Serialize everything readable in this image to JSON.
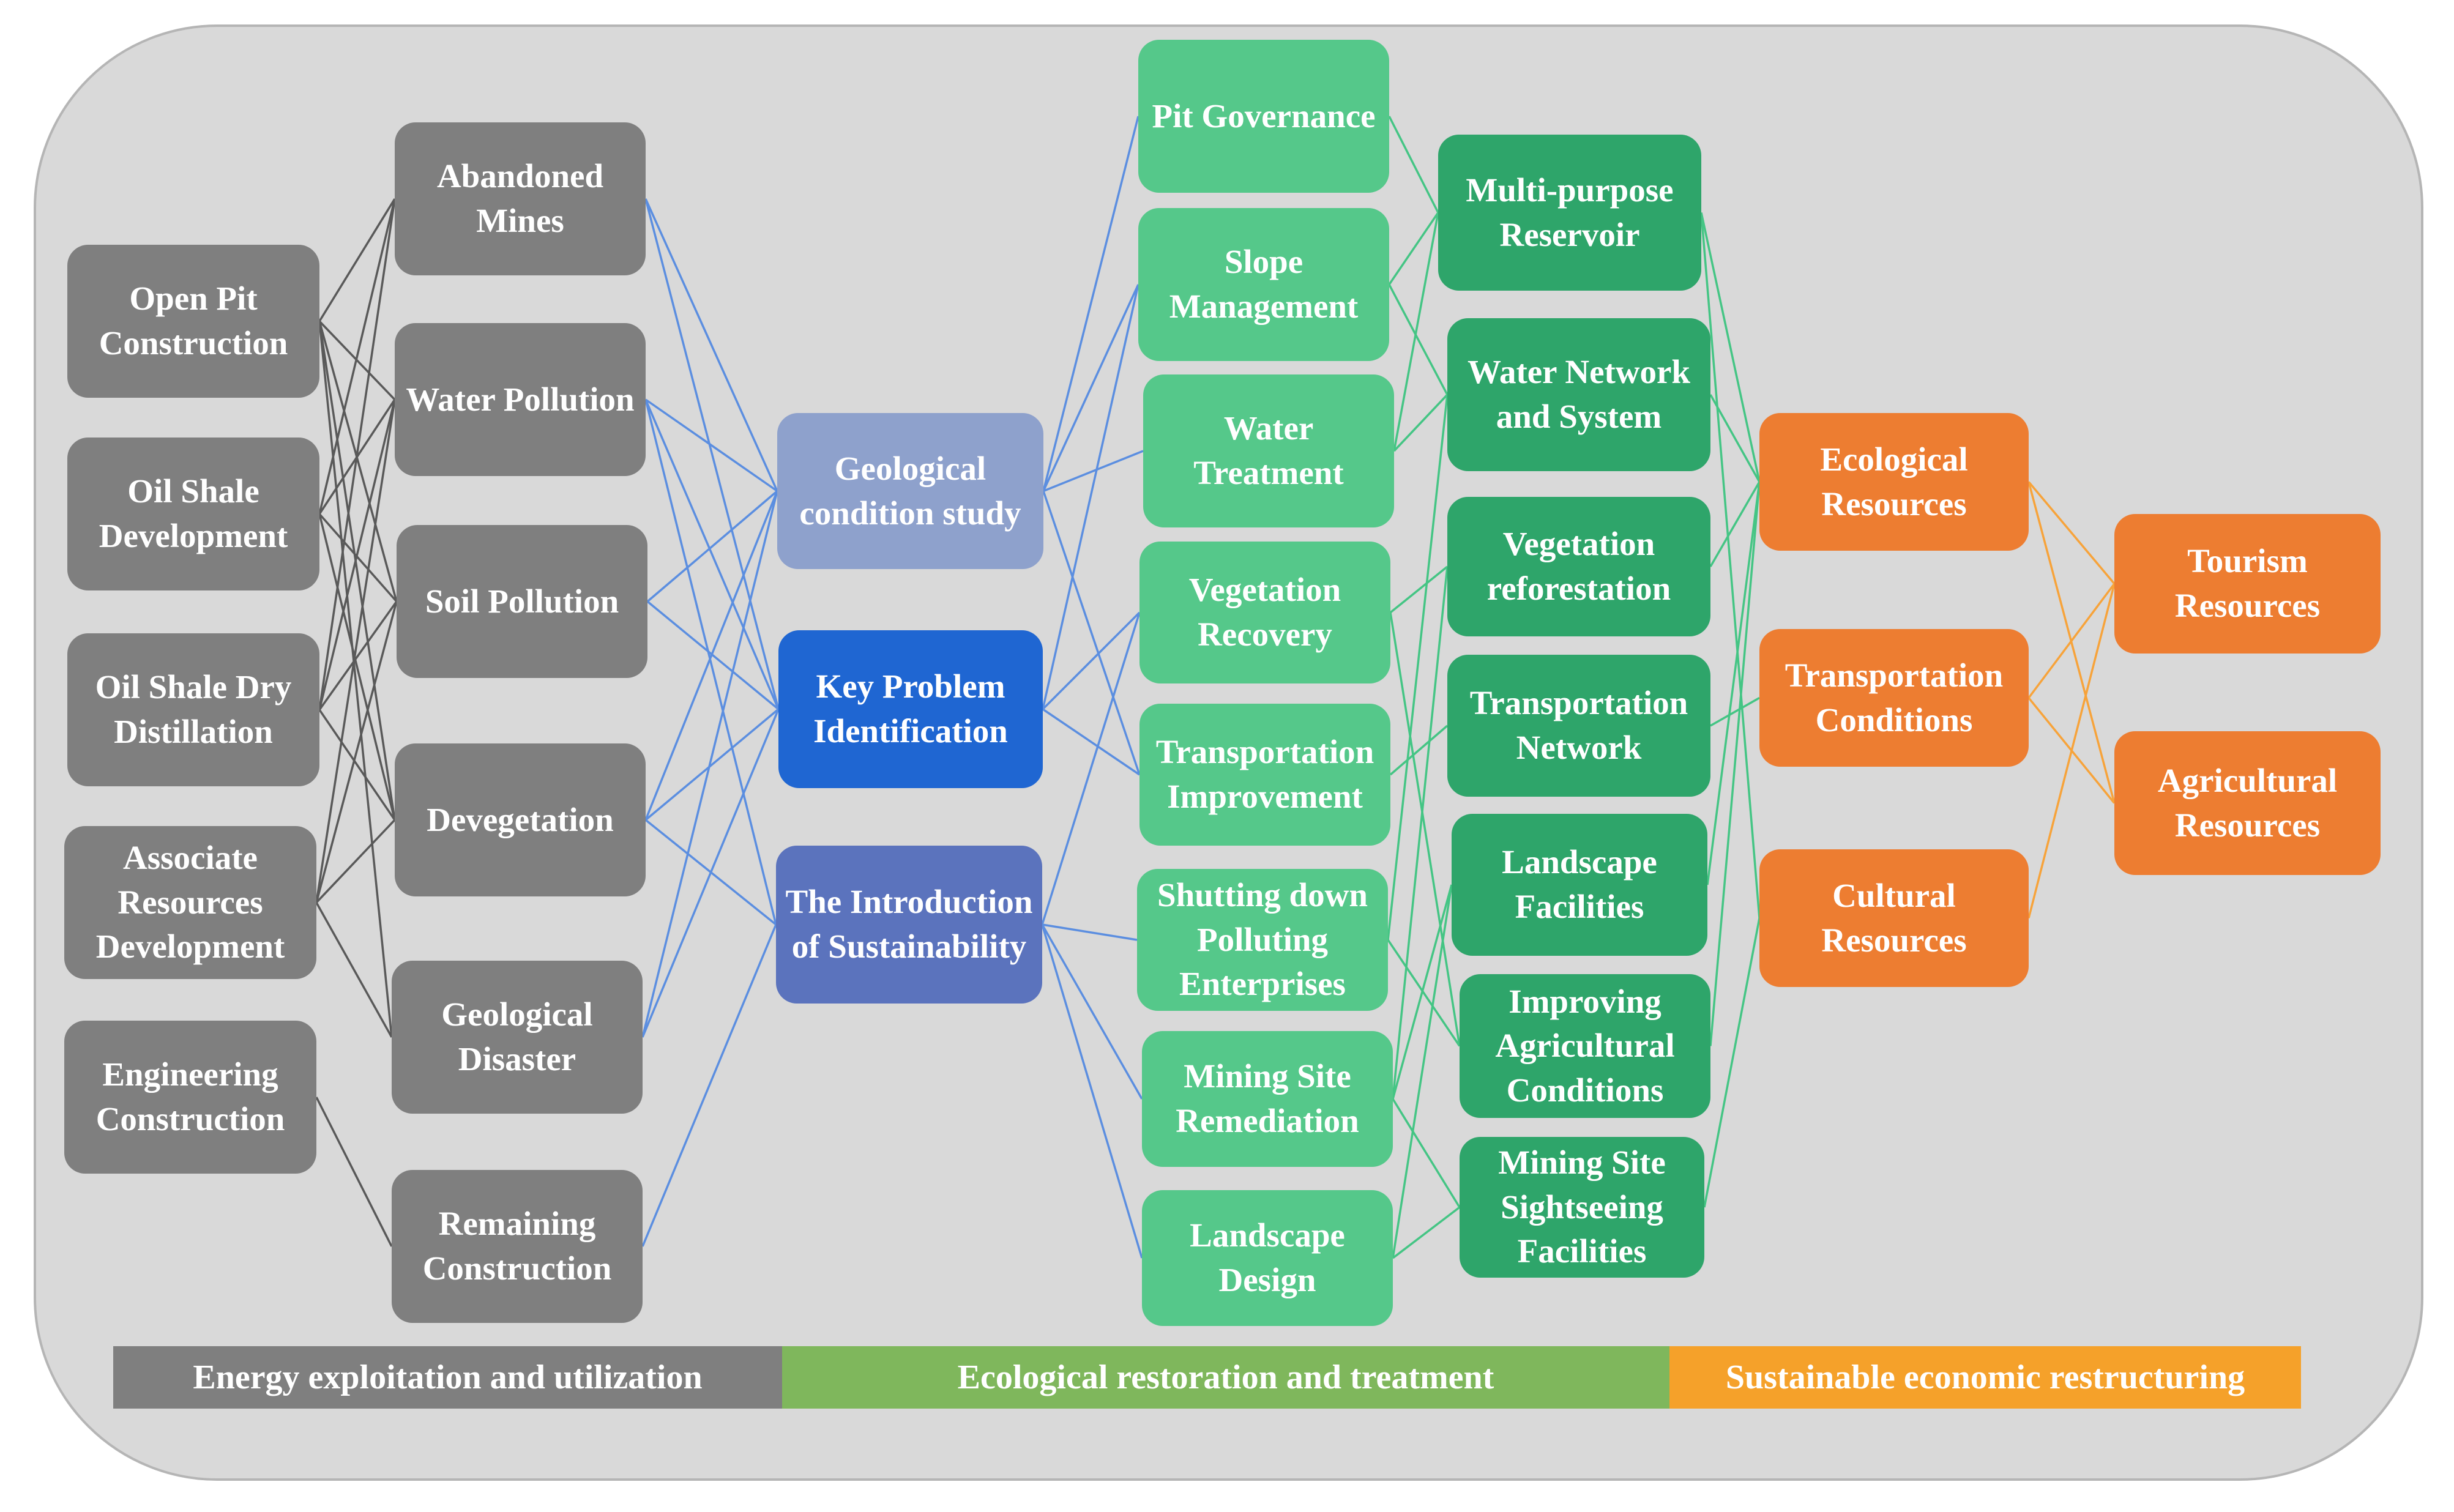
{
  "colors": {
    "energy": "#7f7f7f",
    "problem_light": "#8ea1cc",
    "problem_key": "#1f66d2",
    "problem_sustain": "#5b73bd",
    "restoration_light": "#55c88a",
    "restoration_dark": "#2ea56a",
    "economy": "#ed7d31",
    "link_gray": "#595959",
    "link_blue": "#5b8ee0",
    "link_green": "#44c584",
    "link_orange": "#f7a33a"
  },
  "nodes": {
    "open_pit": "Open Pit Construction",
    "oil_shale_dev": "Oil Shale Development",
    "oil_shale_dry": "Oil Shale Dry Distillation",
    "associate": "Associate Resources Development",
    "engineering": "Engineering Construction",
    "abandoned": "Abandoned Mines",
    "water_poll": "Water Pollution",
    "soil_poll": "Soil Pollution",
    "devegetation": "Devegetation",
    "geo_disaster": "Geological Disaster",
    "remaining": "Remaining Construction",
    "geo_study": "Geological condition study",
    "key_problem": "Key Problem Identification",
    "sustain": "The Introduction of Sustainability",
    "pit_gov": "Pit Governance",
    "slope": "Slope Management",
    "water_treat": "Water Treatment",
    "veg_recovery": "Vegetation Recovery",
    "transport_impr": "Transportation Improvement",
    "shutting": "Shutting down Polluting Enterprises",
    "mining_remed": "Mining Site Remediation",
    "landscape_design": "Landscape Design",
    "reservoir": "Multi-purpose Reservoir",
    "water_network": "Water Network and System",
    "veg_reforest": "Vegetation reforestation",
    "transport_net": "Transportation Network",
    "landscape_fac": "Landscape Facilities",
    "agri_cond": "Improving Agricultural Conditions",
    "sightseeing": "Mining Site Sightseeing Facilities",
    "eco_res": "Ecological Resources",
    "transport_cond": "Transportation Conditions",
    "cultural": "Cultural Resources",
    "tourism": "Tourism Resources",
    "agri_res": "Agricultural Resources"
  },
  "bands": {
    "energy": "Energy exploitation and utilization",
    "restoration": "Ecological restoration and treatment",
    "economy": "Sustainable economic restructuring"
  },
  "links": [
    {
      "from": "open_pit",
      "to": "abandoned",
      "color": "link_gray"
    },
    {
      "from": "open_pit",
      "to": "water_poll",
      "color": "link_gray"
    },
    {
      "from": "open_pit",
      "to": "soil_poll",
      "color": "link_gray"
    },
    {
      "from": "open_pit",
      "to": "devegetation",
      "color": "link_gray"
    },
    {
      "from": "open_pit",
      "to": "geo_disaster",
      "color": "link_gray"
    },
    {
      "from": "oil_shale_dev",
      "to": "abandoned",
      "color": "link_gray"
    },
    {
      "from": "oil_shale_dev",
      "to": "water_poll",
      "color": "link_gray"
    },
    {
      "from": "oil_shale_dev",
      "to": "soil_poll",
      "color": "link_gray"
    },
    {
      "from": "oil_shale_dev",
      "to": "devegetation",
      "color": "link_gray"
    },
    {
      "from": "oil_shale_dry",
      "to": "abandoned",
      "color": "link_gray"
    },
    {
      "from": "oil_shale_dry",
      "to": "water_poll",
      "color": "link_gray"
    },
    {
      "from": "oil_shale_dry",
      "to": "soil_poll",
      "color": "link_gray"
    },
    {
      "from": "oil_shale_dry",
      "to": "devegetation",
      "color": "link_gray"
    },
    {
      "from": "associate",
      "to": "water_poll",
      "color": "link_gray"
    },
    {
      "from": "associate",
      "to": "soil_poll",
      "color": "link_gray"
    },
    {
      "from": "associate",
      "to": "devegetation",
      "color": "link_gray"
    },
    {
      "from": "associate",
      "to": "geo_disaster",
      "color": "link_gray"
    },
    {
      "from": "engineering",
      "to": "remaining",
      "color": "link_gray"
    },
    {
      "from": "abandoned",
      "to": "geo_study",
      "color": "link_blue"
    },
    {
      "from": "abandoned",
      "to": "key_problem",
      "color": "link_blue"
    },
    {
      "from": "water_poll",
      "to": "geo_study",
      "color": "link_blue"
    },
    {
      "from": "water_poll",
      "to": "key_problem",
      "color": "link_blue"
    },
    {
      "from": "water_poll",
      "to": "sustain",
      "color": "link_blue"
    },
    {
      "from": "soil_poll",
      "to": "geo_study",
      "color": "link_blue"
    },
    {
      "from": "soil_poll",
      "to": "key_problem",
      "color": "link_blue"
    },
    {
      "from": "devegetation",
      "to": "geo_study",
      "color": "link_blue"
    },
    {
      "from": "devegetation",
      "to": "key_problem",
      "color": "link_blue"
    },
    {
      "from": "devegetation",
      "to": "sustain",
      "color": "link_blue"
    },
    {
      "from": "geo_disaster",
      "to": "geo_study",
      "color": "link_blue"
    },
    {
      "from": "geo_disaster",
      "to": "key_problem",
      "color": "link_blue"
    },
    {
      "from": "remaining",
      "to": "sustain",
      "color": "link_blue"
    },
    {
      "from": "geo_study",
      "to": "pit_gov",
      "color": "link_blue"
    },
    {
      "from": "geo_study",
      "to": "slope",
      "color": "link_blue"
    },
    {
      "from": "geo_study",
      "to": "water_treat",
      "color": "link_blue"
    },
    {
      "from": "geo_study",
      "to": "transport_impr",
      "color": "link_blue"
    },
    {
      "from": "key_problem",
      "to": "slope",
      "color": "link_blue"
    },
    {
      "from": "key_problem",
      "to": "veg_recovery",
      "color": "link_blue"
    },
    {
      "from": "key_problem",
      "to": "transport_impr",
      "color": "link_blue"
    },
    {
      "from": "sustain",
      "to": "veg_recovery",
      "color": "link_blue"
    },
    {
      "from": "sustain",
      "to": "shutting",
      "color": "link_blue"
    },
    {
      "from": "sustain",
      "to": "mining_remed",
      "color": "link_blue"
    },
    {
      "from": "sustain",
      "to": "landscape_design",
      "color": "link_blue"
    },
    {
      "from": "pit_gov",
      "to": "reservoir",
      "color": "link_green"
    },
    {
      "from": "slope",
      "to": "reservoir",
      "color": "link_green"
    },
    {
      "from": "slope",
      "to": "water_network",
      "color": "link_green"
    },
    {
      "from": "water_treat",
      "to": "reservoir",
      "color": "link_green"
    },
    {
      "from": "water_treat",
      "to": "water_network",
      "color": "link_green"
    },
    {
      "from": "veg_recovery",
      "to": "veg_reforest",
      "color": "link_green"
    },
    {
      "from": "veg_recovery",
      "to": "agri_cond",
      "color": "link_green"
    },
    {
      "from": "transport_impr",
      "to": "transport_net",
      "color": "link_green"
    },
    {
      "from": "shutting",
      "to": "water_network",
      "color": "link_green"
    },
    {
      "from": "shutting",
      "to": "agri_cond",
      "color": "link_green"
    },
    {
      "from": "mining_remed",
      "to": "landscape_fac",
      "color": "link_green"
    },
    {
      "from": "mining_remed",
      "to": "sightseeing",
      "color": "link_green"
    },
    {
      "from": "mining_remed",
      "to": "veg_reforest",
      "color": "link_green"
    },
    {
      "from": "landscape_design",
      "to": "landscape_fac",
      "color": "link_green"
    },
    {
      "from": "landscape_design",
      "to": "sightseeing",
      "color": "link_green"
    },
    {
      "from": "reservoir",
      "to": "eco_res",
      "color": "link_green"
    },
    {
      "from": "reservoir",
      "to": "cultural",
      "color": "link_green"
    },
    {
      "from": "water_network",
      "to": "eco_res",
      "color": "link_green"
    },
    {
      "from": "veg_reforest",
      "to": "eco_res",
      "color": "link_green"
    },
    {
      "from": "transport_net",
      "to": "transport_cond",
      "color": "link_green"
    },
    {
      "from": "landscape_fac",
      "to": "eco_res",
      "color": "link_green"
    },
    {
      "from": "agri_cond",
      "to": "eco_res",
      "color": "link_green"
    },
    {
      "from": "sightseeing",
      "to": "cultural",
      "color": "link_green"
    },
    {
      "from": "eco_res",
      "to": "tourism",
      "color": "link_orange"
    },
    {
      "from": "eco_res",
      "to": "agri_res",
      "color": "link_orange"
    },
    {
      "from": "transport_cond",
      "to": "tourism",
      "color": "link_orange"
    },
    {
      "from": "transport_cond",
      "to": "agri_res",
      "color": "link_orange"
    },
    {
      "from": "cultural",
      "to": "tourism",
      "color": "link_orange"
    }
  ]
}
